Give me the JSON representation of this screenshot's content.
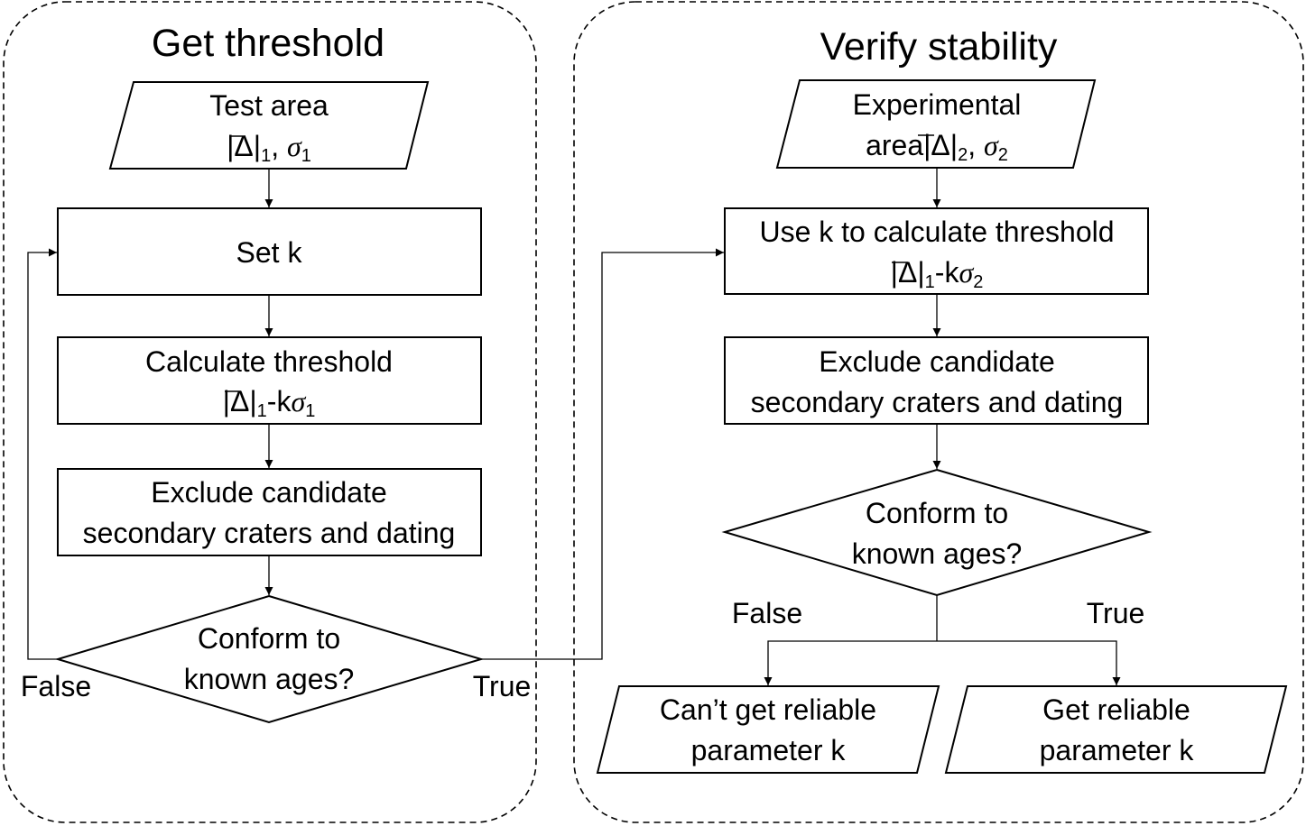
{
  "left_panel": {
    "title": "Get threshold",
    "input": {
      "line1": "Test area",
      "abs": "|Δ|",
      "sub": "1",
      "sep": ", ",
      "sigma": "σ",
      "sigma_sub": "1"
    },
    "set_k": "Set k",
    "calc": {
      "line1": "Calculate threshold",
      "abs": "|Δ|",
      "sub": "1",
      "k": "-k",
      "sigma": "σ",
      "sigma_sub": "1"
    },
    "exclude": {
      "line1": "Exclude candidate",
      "line2": "secondary craters and dating"
    },
    "decision": {
      "line1": "Conform to",
      "line2": "known ages?"
    },
    "false_label": "False",
    "true_label": "True"
  },
  "right_panel": {
    "title": "Verify stability",
    "input": {
      "line1": "Experimental",
      "line2_prefix": "area",
      "abs": "|Δ|",
      "sub": "2",
      "sep": ", ",
      "sigma": "σ",
      "sigma_sub": "2"
    },
    "use_k": {
      "line1": "Use k to calculate threshold",
      "abs": "|Δ|",
      "sub": "1",
      "k": "-k",
      "sigma": "σ",
      "sigma_sub": "2"
    },
    "exclude": {
      "line1": "Exclude candidate",
      "line2": "secondary craters and dating"
    },
    "decision": {
      "line1": "Conform to",
      "line2": "known ages?"
    },
    "false_label": "False",
    "true_label": "True",
    "out_false": {
      "line1": "Can’t get reliable",
      "line2": "parameter k"
    },
    "out_true": {
      "line1": "Get reliable",
      "line2": "parameter k"
    }
  }
}
